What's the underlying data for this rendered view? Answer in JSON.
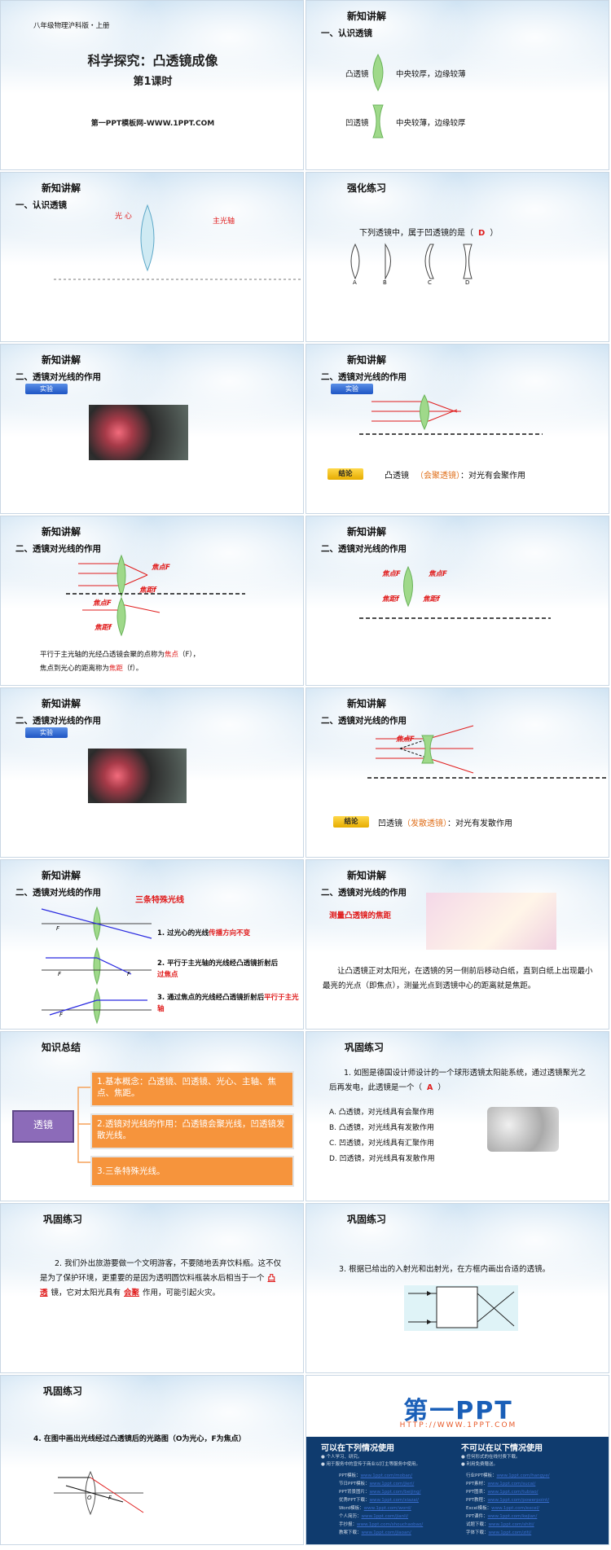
{
  "s1": {
    "grade": "八年级物理沪科版・上册",
    "title": "科学探究：凸透镜成像",
    "subtitle": "第1课时",
    "site": "第一PPT模板网-WWW.1PPT.COM"
  },
  "s2": {
    "heading": "新知讲解",
    "section": "一、认识透镜",
    "convex": "凸透镜",
    "convex_desc": "中央较厚，边缘较薄",
    "concave": "凹透镜",
    "concave_desc": "中央较薄，边缘较厚"
  },
  "s3": {
    "heading": "新知讲解",
    "section": "一、认识透镜",
    "center": "光 心",
    "axis": "主光轴"
  },
  "s4": {
    "heading": "强化练习",
    "question": "下列透镜中，属于凹透镜的是（",
    "answer": "D",
    "close": "）",
    "labels": [
      "A",
      "B",
      "C",
      "D"
    ]
  },
  "s5": {
    "heading": "新知讲解",
    "section": "二、透镜对光线的作用",
    "pill": "实验"
  },
  "s6": {
    "heading": "新知讲解",
    "section": "二、透镜对光线的作用",
    "pill": "实验",
    "concl": "结论",
    "text1": "凸透镜",
    "text2": "（会聚透镜）",
    "text3": "：对光有会聚作用"
  },
  "s7": {
    "heading": "新知讲解",
    "section": "二、透镜对光线的作用",
    "focus": "焦点F",
    "focal": "焦距f",
    "focus2": "焦点F",
    "focal2": "焦距f",
    "line1a": "平行于主光轴的光经凸透镜会聚的点称为",
    "line1b": "焦点",
    "line1c": "（F），",
    "line2a": "焦点到光心的距离称为",
    "line2b": "焦距",
    "line2c": "（f）。"
  },
  "s8": {
    "heading": "新知讲解",
    "section": "二、透镜对光线的作用",
    "focusL": "焦点F",
    "focusR": "焦点F",
    "focalL": "焦距f",
    "focalR": "焦距f"
  },
  "s9": {
    "heading": "新知讲解",
    "section": "二、透镜对光线的作用",
    "pill": "实验"
  },
  "s10": {
    "heading": "新知讲解",
    "section": "二、透镜对光线的作用",
    "focus": "焦点F",
    "concl": "结论",
    "text1": "凹透镜",
    "text2": "（发散透镜）",
    "text3": "：对光有发散作用"
  },
  "s11": {
    "heading": "新知讲解",
    "section": "二、透镜对光线的作用",
    "title": "三条特殊光线",
    "r1a": "1. 过光心的光线",
    "r1b": "传播方向不变",
    "r2a": "2. 平行于主光轴的光线经凸透镜折射后",
    "r2b": "过焦点",
    "r3a": "3. 通过焦点的光线经凸透镜折射后",
    "r3b": "平行于主光轴",
    "F": "F"
  },
  "s12": {
    "heading": "新知讲解",
    "section": "二、透镜对光线的作用",
    "label": "测量凸透镜的焦距",
    "text": "让凸透镜正对太阳光，在透镜的另一侧前后移动白纸，直到白纸上出现最小最亮的光点（即焦点），测量光点到透镜中心的距离就是焦距。"
  },
  "s13": {
    "heading": "知识总结",
    "root": "透镜",
    "b1": "1.基本概念：凸透镜、凹透镜、光心、主轴、焦点、焦距。",
    "b2": "2.透镜对光线的作用：凸透镜会聚光线，凹透镜发散光线。",
    "b3": "3.三条特殊光线。"
  },
  "s14": {
    "heading": "巩固练习",
    "q": "1. 如图是德国设计师设计的一个球形透镜太阳能系统，通过透镜聚光之后再发电，此透镜是一个（",
    "ans": "A",
    "close": "）",
    "A": "A. 凸透镜，对光线具有会聚作用",
    "B": "B. 凸透镜，对光线具有发散作用",
    "C": "C. 凹透镜，对光线具有汇聚作用",
    "D": "D. 凹透镜，对光线具有发散作用"
  },
  "s15": {
    "heading": "巩固练习",
    "p1": "2. 我们外出旅游要做一个文明游客，不要随地丢弃饮料瓶。这不仅是为了保护环境，更重要的是因为透明圆饮料瓶装水后相当于一个",
    "b1": "凸透",
    "p2": "镜，它对太阳光具有",
    "b2": "会聚",
    "p3": "作用，可能引起火灾。"
  },
  "s16": {
    "heading": "巩固练习",
    "q": "3. 根据已给出的入射光和出射光，在方框内画出合适的透镜。"
  },
  "s17": {
    "heading": "巩固练习",
    "q": "4. 在图中画出光线经过凸透镜后的光路图（O为光心，F为焦点）",
    "O": "O",
    "F": "F"
  },
  "s18": {
    "logo": "第一PPT",
    "url": "HTTP://WWW.1PPT.COM",
    "can": "可以在下列情况使用",
    "cannot": "不可以在以下情况使用",
    "can_items": [
      "● 个人学习、研究。",
      "● 用于服务中的宣传于商业以打主等服务中使用。"
    ],
    "cannot_items": [
      "● 任何形式的在线付费下载。",
      "● 利用免费赠送。"
    ],
    "links_left": [
      [
        "PPT模板：",
        "www.1ppt.com/moban/"
      ],
      [
        "节日PPT模板：",
        "www.1ppt.com/jieri/"
      ],
      [
        "PPT背景图片：",
        "www.1ppt.com/beijing/"
      ],
      [
        "优秀PPT下载：",
        "www.1ppt.com/xiazai/"
      ],
      [
        "Word模板：",
        "www.1ppt.com/word/"
      ],
      [
        "个人简历：",
        "www.1ppt.com/jianli/"
      ],
      [
        "手抄报：",
        "www.1ppt.com/shouchaobao/"
      ],
      [
        "教案下载：",
        "www.1ppt.com/jiaoan/"
      ]
    ],
    "links_right": [
      [
        "行业PPT模板：",
        "www.1ppt.com/hangye/"
      ],
      [
        "PPT素材：",
        "www.1ppt.com/sucai/"
      ],
      [
        "PPT图表：",
        "www.1ppt.com/tubiao/"
      ],
      [
        "PPT教程：",
        "www.1ppt.com/powerpoint/"
      ],
      [
        "Excel模板：",
        "www.1ppt.com/excel/"
      ],
      [
        "PPT课件：",
        "www.1ppt.com/kejian/"
      ],
      [
        "试题下载：",
        "www.1ppt.com/shiti/"
      ],
      [
        "字体下载：",
        "www.1ppt.com/ziti/"
      ]
    ]
  }
}
